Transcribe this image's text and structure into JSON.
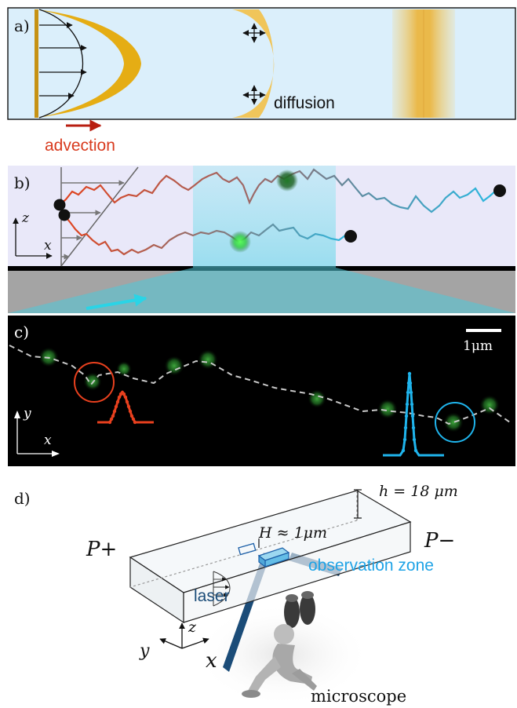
{
  "panel_a": {
    "label": "a)",
    "advection": "advection",
    "diffusion": "diffusion"
  },
  "panel_b": {
    "label": "b)",
    "axis_z": "z",
    "axis_x": "x"
  },
  "panel_c": {
    "label": "c)",
    "scalebar": "1μm",
    "axis_y": "y",
    "axis_x": "x"
  },
  "panel_d": {
    "label": "d)",
    "h_label": "h = 18 μm",
    "H_label": "H ≈ 1μm",
    "p_plus": "P+",
    "p_minus": "P−",
    "observation_zone": "observation zone",
    "laser": "laser",
    "axis_z": "z",
    "axis_y": "y",
    "axis_x": "x",
    "microscope": "microscope"
  },
  "colors": {
    "channel_fill": "#d9eefa",
    "plume": "#e8b420",
    "advection": "#c8321e",
    "cyan": "#2ad4e6",
    "blue_text": "#1fa3e6",
    "laser": "#1b4c78"
  }
}
